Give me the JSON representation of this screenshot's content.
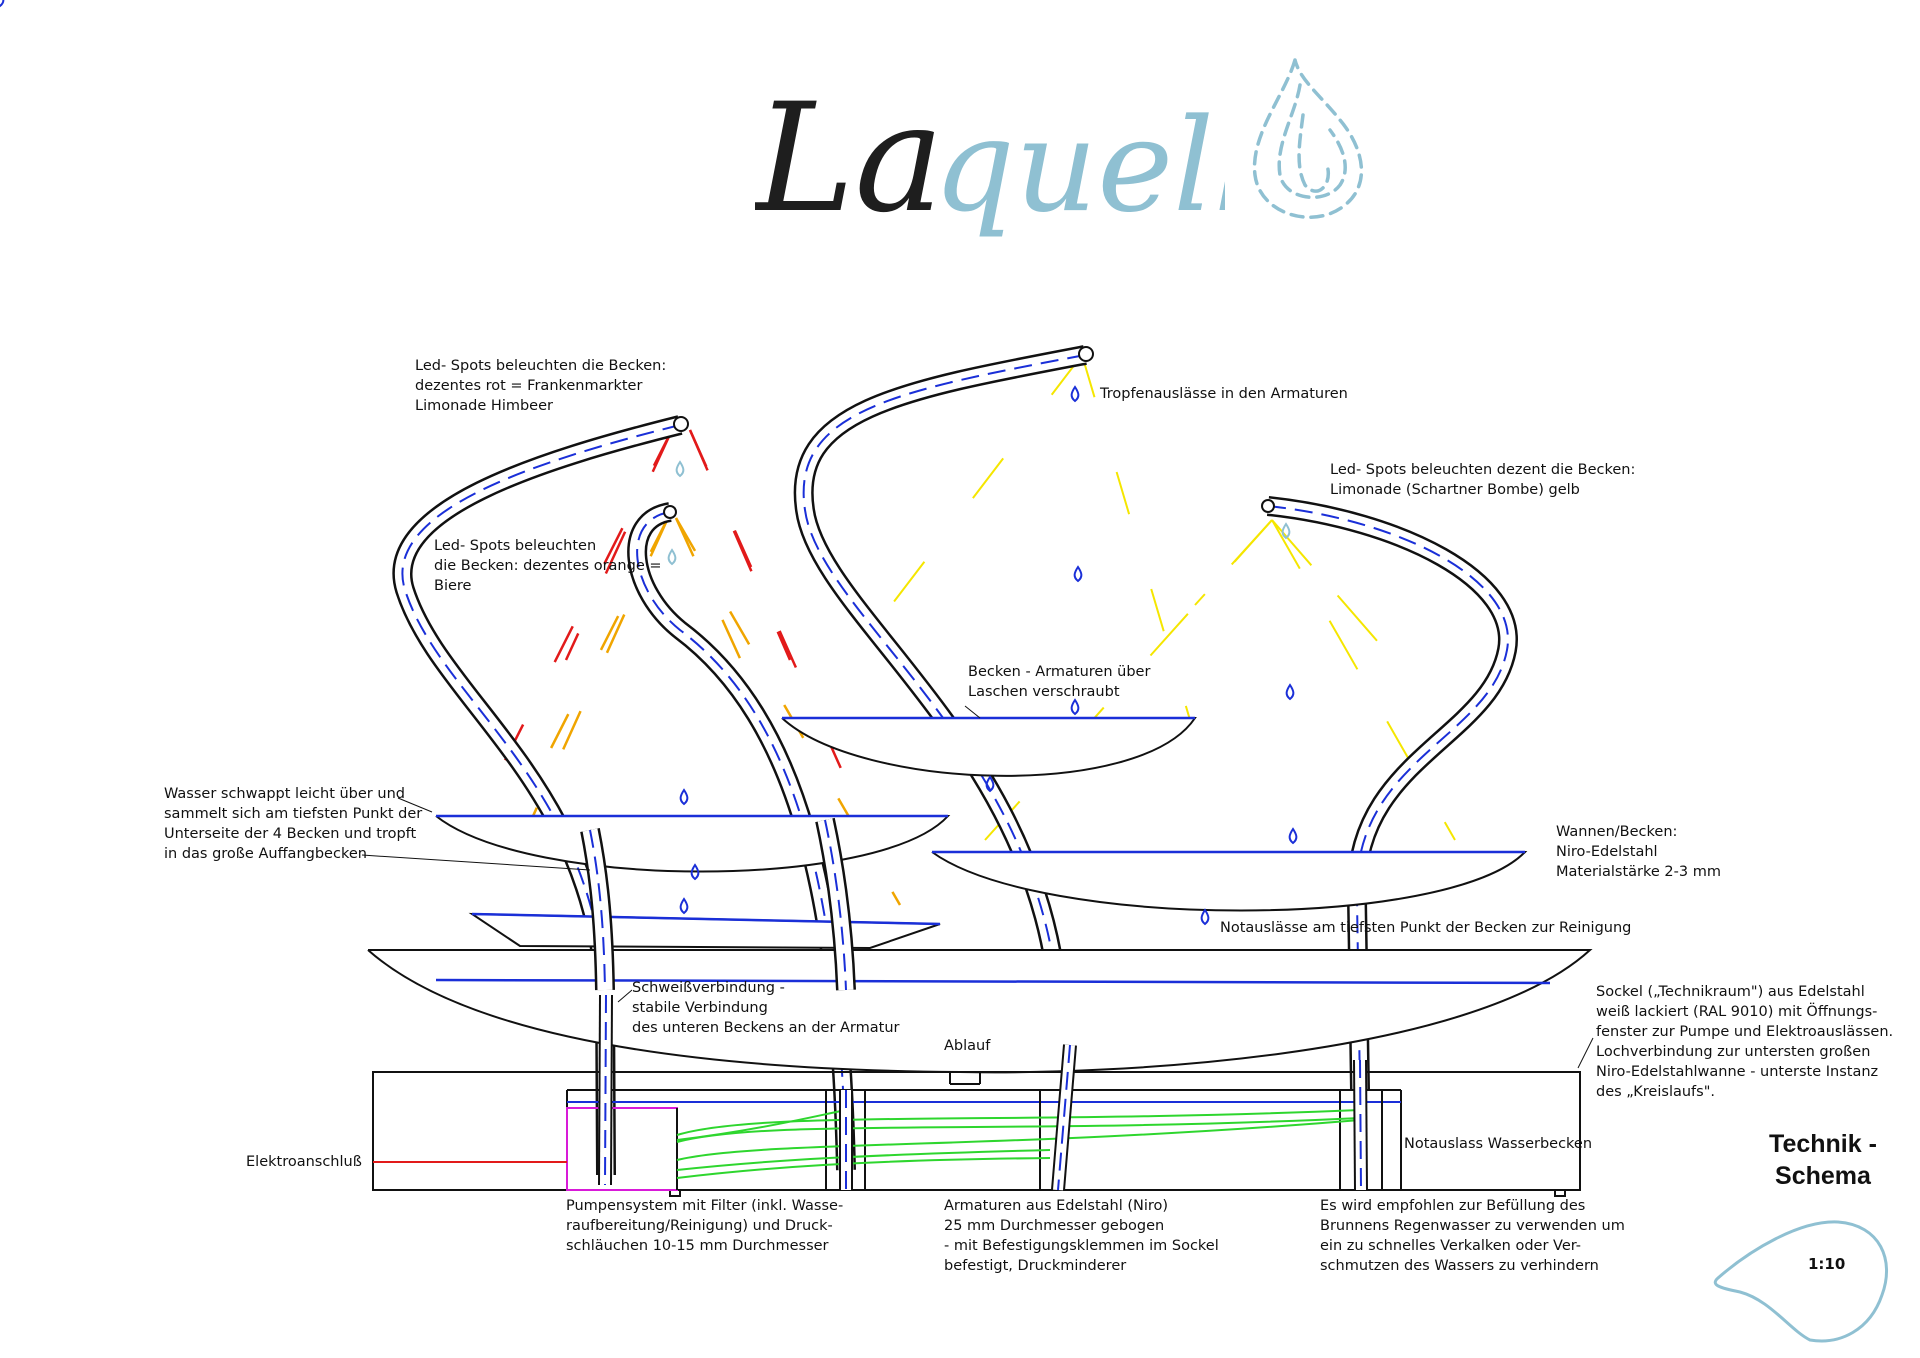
{
  "logo": {
    "part1": "La",
    "part2": "quell",
    "color_dark": "#1e1e1e",
    "color_light": "#8fc0d2",
    "icon": "water-drop-dashed-icon"
  },
  "title": {
    "line1": "Technik -",
    "line2": "Schema"
  },
  "scale": {
    "label": "1:10",
    "icon": "water-puddle-outline-icon"
  },
  "colors": {
    "line": "#111111",
    "pipe_core": "#1a2fd8",
    "led_red": "#e21a1a",
    "led_orange": "#f0a500",
    "led_yellow": "#f5e600",
    "hose": "#2ed62e",
    "pump": "#d81ad8",
    "electric": "#e21a1a",
    "drop": "#1a2fd8"
  },
  "annotations": {
    "led_red": [
      "Led- Spots beleuchten die Becken:",
      "dezentes rot = Frankenmarkter",
      "Limonade Himbeer"
    ],
    "tropfen": [
      "Tropfenauslässe in den Armaturen"
    ],
    "led_yellow": [
      "Led- Spots beleuchten dezent die  Becken:",
      "Limonade (Schartner Bombe) gelb"
    ],
    "led_orange": [
      "Led- Spots beleuchten",
      "die Becken: dezentes orange =",
      "Biere"
    ],
    "becken_armaturen": [
      "Becken - Armaturen über",
      "Laschen verschraubt"
    ],
    "wasser": [
      "Wasser schwappt leicht über und",
      "sammelt sich am tiefsten Punkt der",
      "Unterseite der 4 Becken und tropft",
      "in das große Auffangbecken"
    ],
    "wannen": [
      "Wannen/Becken:",
      "Niro-Edelstahl",
      "Materialstärke 2-3 mm"
    ],
    "notauslaesse": [
      "Notauslässe am tiefsten Punkt der Becken zur Reinigung"
    ],
    "schweiss": [
      "Schweißverbindung -",
      "stabile Verbindung",
      "des unteren Beckens an der Armatur"
    ],
    "sockel": [
      "Sockel („Technikraum\") aus Edelstahl",
      "weiß lackiert (RAL 9010) mit Öffnungs-",
      "fenster zur Pumpe und Elektroauslässen.",
      "Lochverbindung zur untersten großen",
      "Niro-Edelstahlwanne - unterste Instanz",
      "des „Kreislaufs\"."
    ],
    "ablauf": [
      "Ablauf"
    ],
    "elektro": [
      "Elektroanschluß"
    ],
    "notauslass_wasser": [
      "Notauslass Wasserbecken"
    ],
    "pumpe": [
      "Pumpensystem mit Filter (inkl. Wasse-",
      "raufbereitung/Reinigung) und Druck-",
      "schläuchen 10-15 mm Durchmesser"
    ],
    "armaturen": [
      "Armaturen aus Edelstahl (Niro)",
      "25 mm Durchmesser gebogen",
      " - mit Befestigungsklemmen im Sockel",
      "befestigt, Druckminderer"
    ],
    "empfehlung": [
      "Es wird empfohlen zur Befüllung des",
      "Brunnens Regenwasser zu verwenden um",
      "ein zu schnelles Verkalken oder Ver-",
      "schmutzen des Wassers zu verhindern"
    ]
  }
}
